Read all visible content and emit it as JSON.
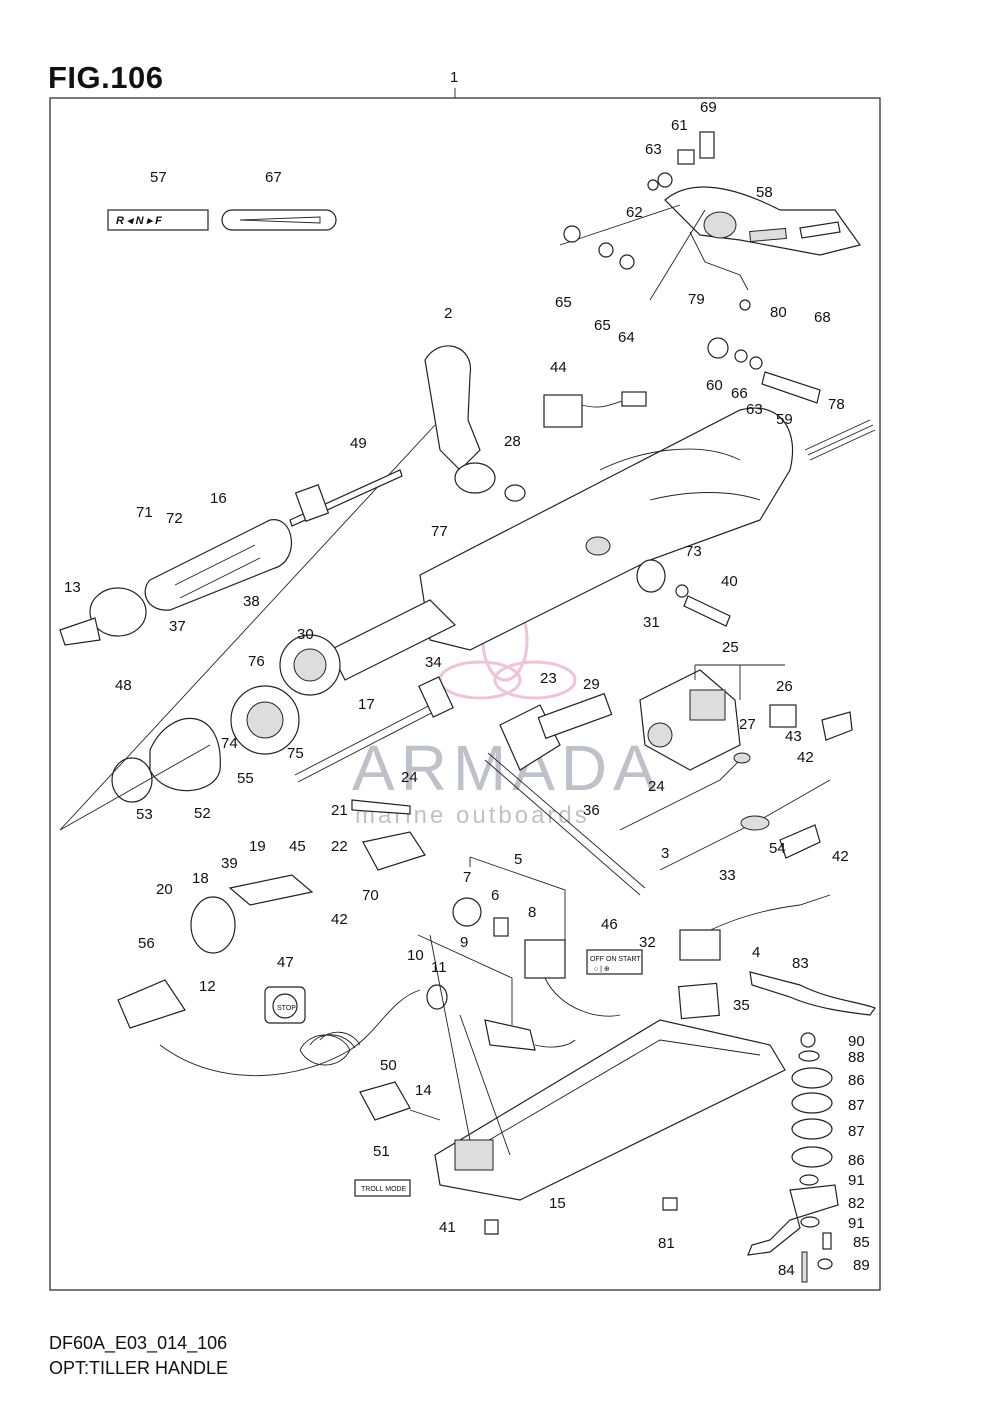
{
  "figure": {
    "title": "FIG.106",
    "code": "DF60A_E03_014_106",
    "name": "OPT:TILLER HANDLE"
  },
  "watermark": {
    "brand": "ARMADA",
    "tagline": "marine outboards"
  },
  "decals": {
    "shift_label": "R ◂ N ▸ F",
    "switch_label": "OFF ON START",
    "switch_symbols": "○  |  ⊕",
    "troll_label": "TROLL MODE",
    "stop_label": "STOP"
  },
  "callouts": [
    {
      "n": "1"
    },
    {
      "n": "69"
    },
    {
      "n": "61"
    },
    {
      "n": "63"
    },
    {
      "n": "62"
    },
    {
      "n": "58"
    },
    {
      "n": "57"
    },
    {
      "n": "67"
    },
    {
      "n": "65"
    },
    {
      "n": "65"
    },
    {
      "n": "64"
    },
    {
      "n": "79"
    },
    {
      "n": "80"
    },
    {
      "n": "68"
    },
    {
      "n": "2"
    },
    {
      "n": "44"
    },
    {
      "n": "60"
    },
    {
      "n": "66"
    },
    {
      "n": "63"
    },
    {
      "n": "59"
    },
    {
      "n": "78"
    },
    {
      "n": "49"
    },
    {
      "n": "28"
    },
    {
      "n": "71"
    },
    {
      "n": "72"
    },
    {
      "n": "16"
    },
    {
      "n": "77"
    },
    {
      "n": "73"
    },
    {
      "n": "40"
    },
    {
      "n": "13"
    },
    {
      "n": "38"
    },
    {
      "n": "37"
    },
    {
      "n": "31"
    },
    {
      "n": "48"
    },
    {
      "n": "30"
    },
    {
      "n": "76"
    },
    {
      "n": "34"
    },
    {
      "n": "23"
    },
    {
      "n": "25"
    },
    {
      "n": "29"
    },
    {
      "n": "26"
    },
    {
      "n": "27"
    },
    {
      "n": "43"
    },
    {
      "n": "74"
    },
    {
      "n": "75"
    },
    {
      "n": "17"
    },
    {
      "n": "55"
    },
    {
      "n": "24"
    },
    {
      "n": "24"
    },
    {
      "n": "42"
    },
    {
      "n": "52"
    },
    {
      "n": "21"
    },
    {
      "n": "36"
    },
    {
      "n": "53"
    },
    {
      "n": "39"
    },
    {
      "n": "19"
    },
    {
      "n": "22"
    },
    {
      "n": "3"
    },
    {
      "n": "54"
    },
    {
      "n": "42"
    },
    {
      "n": "20"
    },
    {
      "n": "18"
    },
    {
      "n": "45"
    },
    {
      "n": "5"
    },
    {
      "n": "70"
    },
    {
      "n": "33"
    },
    {
      "n": "7"
    },
    {
      "n": "6"
    },
    {
      "n": "8"
    },
    {
      "n": "42"
    },
    {
      "n": "46"
    },
    {
      "n": "32"
    },
    {
      "n": "4"
    },
    {
      "n": "56"
    },
    {
      "n": "9"
    },
    {
      "n": "12"
    },
    {
      "n": "47"
    },
    {
      "n": "10"
    },
    {
      "n": "11"
    },
    {
      "n": "83"
    },
    {
      "n": "35"
    },
    {
      "n": "90"
    },
    {
      "n": "88"
    },
    {
      "n": "86"
    },
    {
      "n": "50"
    },
    {
      "n": "14"
    },
    {
      "n": "87"
    },
    {
      "n": "87"
    },
    {
      "n": "86"
    },
    {
      "n": "51"
    },
    {
      "n": "91"
    },
    {
      "n": "15"
    },
    {
      "n": "82"
    },
    {
      "n": "91"
    },
    {
      "n": "41"
    },
    {
      "n": "81"
    },
    {
      "n": "85"
    },
    {
      "n": "84"
    },
    {
      "n": "89"
    }
  ]
}
